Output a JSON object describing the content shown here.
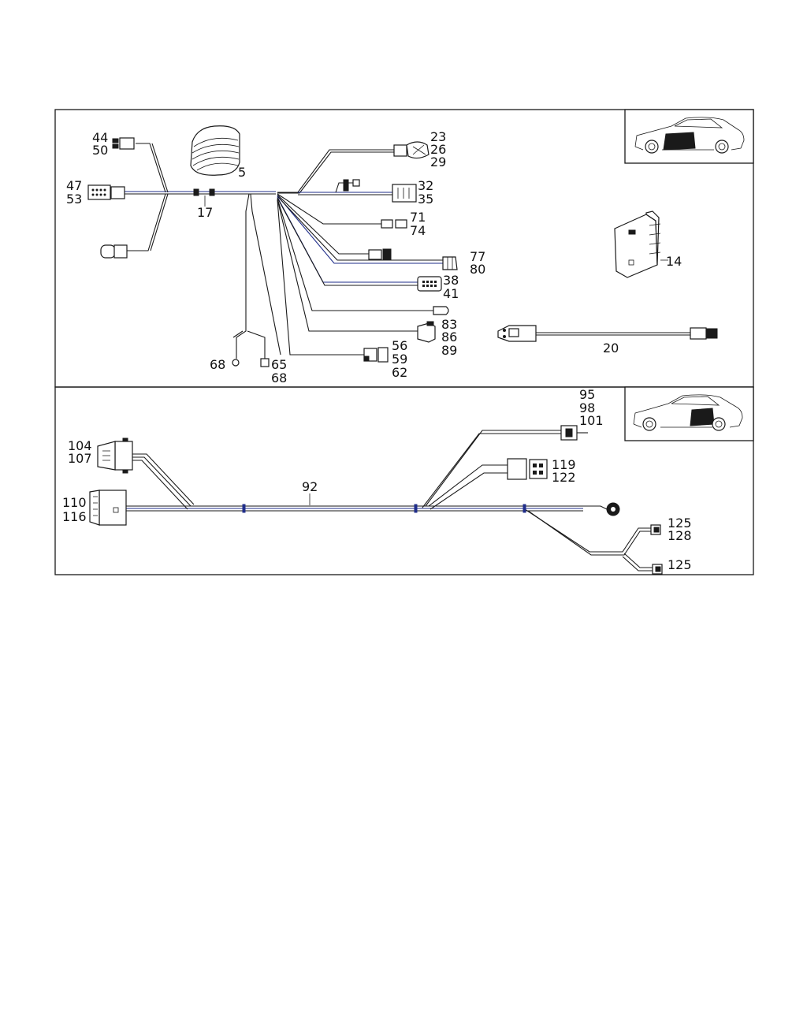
{
  "callouts": {
    "c44": "44",
    "c50": "50",
    "c47": "47",
    "c53": "53",
    "c5": "5",
    "c17": "17",
    "c23": "23",
    "c26": "26",
    "c29": "29",
    "c32": "32",
    "c35": "35",
    "c71": "71",
    "c74": "74",
    "c77": "77",
    "c80": "80",
    "c38": "38",
    "c41": "41",
    "c83": "83",
    "c86": "86",
    "c89": "89",
    "c56": "56",
    "c59": "59",
    "c62": "62",
    "c68a": "68",
    "c65": "65",
    "c68b": "68",
    "c14": "14",
    "c20": "20",
    "c95": "95",
    "c98": "98",
    "c101": "101",
    "c104": "104",
    "c107": "107",
    "c110": "110",
    "c116": "116",
    "c92": "92",
    "c119": "119",
    "c122": "122",
    "c125a": "125",
    "c128": "128",
    "c125b": "125"
  },
  "colors": {
    "line": "#1a1a1a",
    "accent": "#1f2d8a",
    "background": "#ffffff"
  },
  "icons": [
    "car-front-door-icon",
    "car-rear-door-icon"
  ]
}
